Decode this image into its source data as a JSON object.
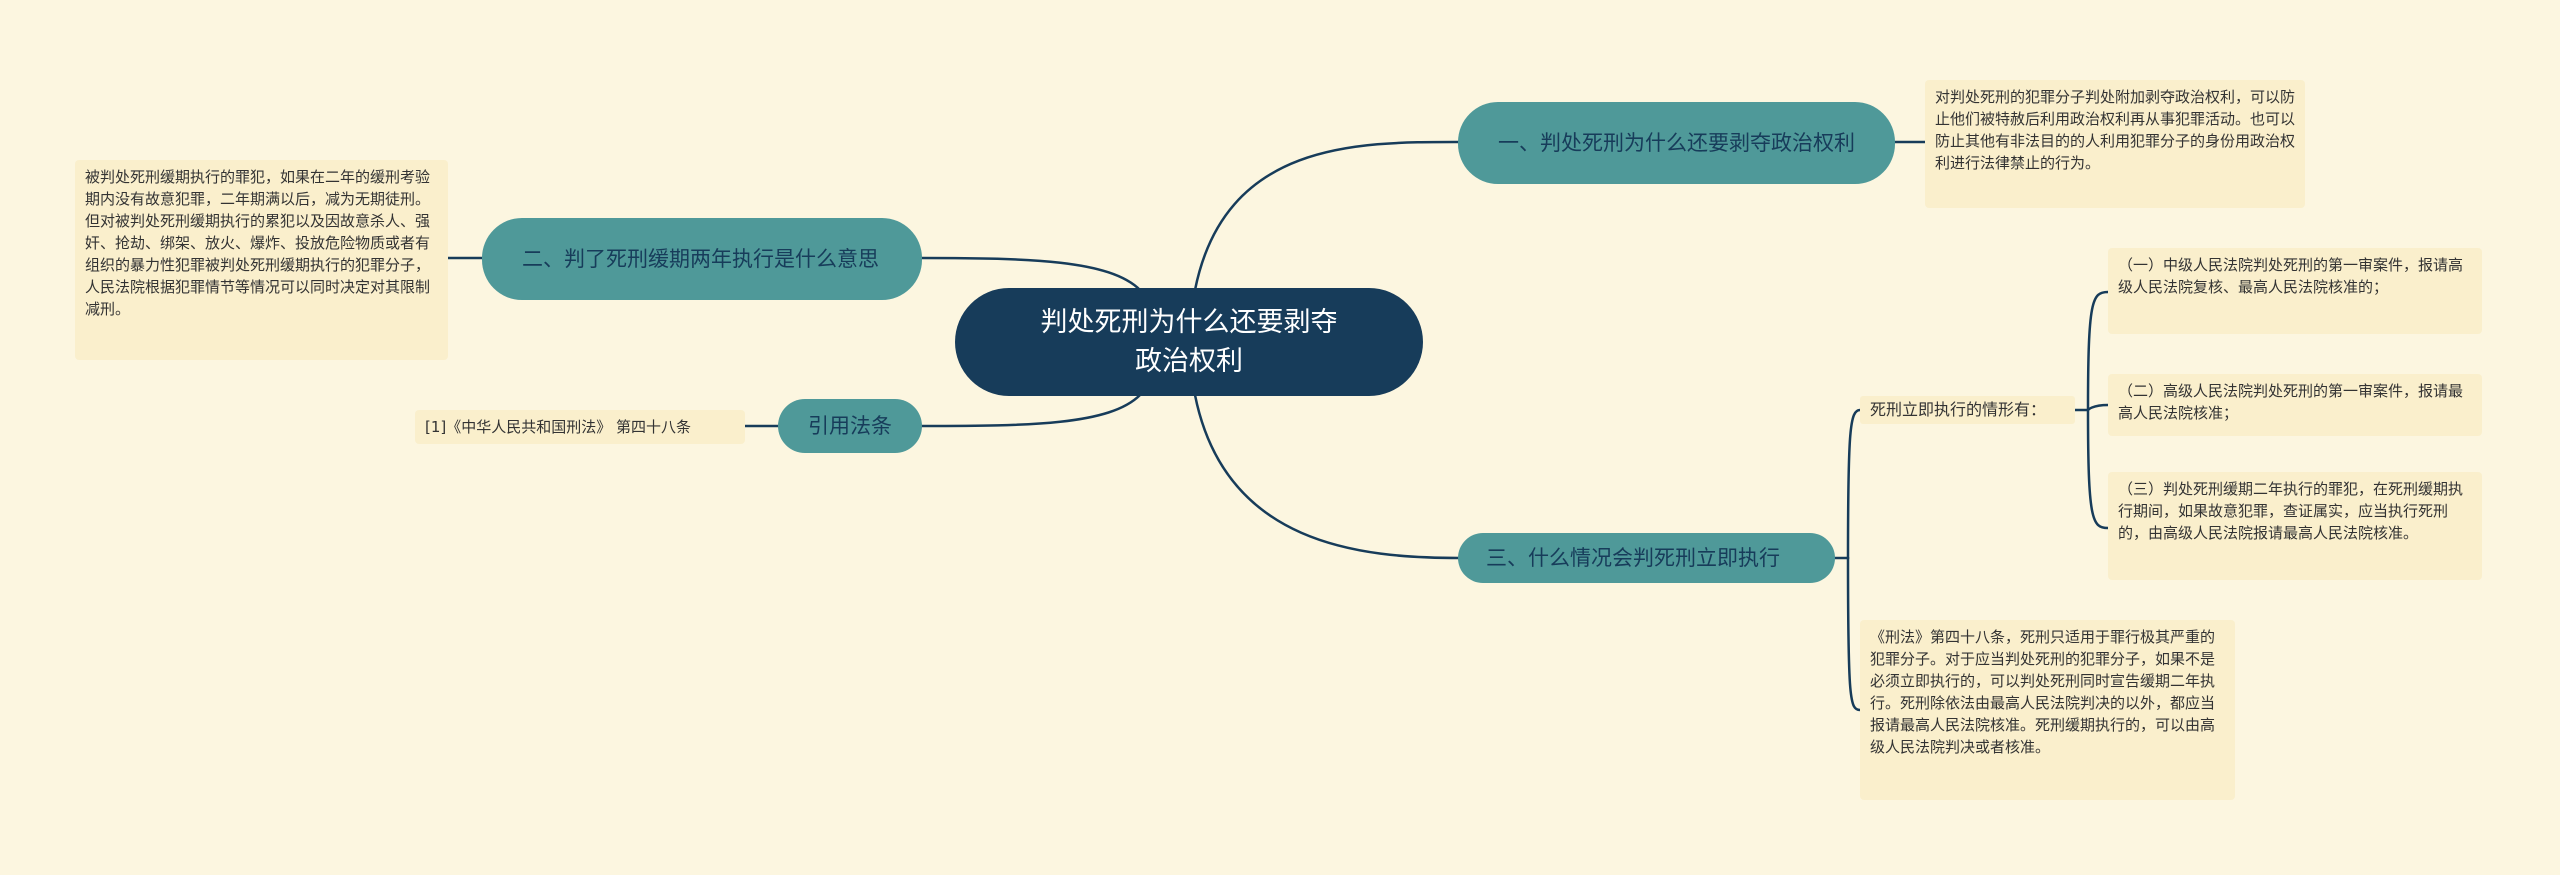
{
  "root": {
    "title": "判处死刑为什么还要剥夺\n政治权利"
  },
  "branches": {
    "one": {
      "label": "一、判处死刑为什么还要剥夺政治权利",
      "detail": "对判处死刑的犯罪分子判处附加剥夺政治权利，可以防止他们被特赦后利用政治权利再从事犯罪活动。也可以防止其他有非法目的的人利用犯罪分子的身份用政治权利进行法律禁止的行为。"
    },
    "two": {
      "label": "二、判了死刑缓期两年执行是什么意思",
      "detail": "被判处死刑缓期执行的罪犯，如果在二年的缓刑考验期内没有故意犯罪，二年期满以后，减为无期徒刑。但对被判处死刑缓期执行的累犯以及因故意杀人、强奸、抢劫、绑架、放火、爆炸、投放危险物质或者有组织的暴力性犯罪被判处死刑缓期执行的犯罪分子，人民法院根据犯罪情节等情况可以同时决定对其限制减刑。"
    },
    "law": {
      "label": "引用法条",
      "detail": "[1]《中华人民共和国刑法》 第四十八条"
    },
    "three": {
      "label": "三、什么情况会判死刑立即执行",
      "sub_label": "死刑立即执行的情形有：",
      "cases": [
        "（一）中级人民法院判处死刑的第一审案件，报请高级人民法院复核、最高人民法院核准的；",
        "（二）高级人民法院判处死刑的第一审案件，报请最高人民法院核准；",
        "（三）判处死刑缓期二年执行的罪犯，在死刑缓期执行期间，如果故意犯罪，查证属实，应当执行死刑的，由高级人民法院报请最高人民法院核准。"
      ],
      "detail": "《刑法》第四十八条，死刑只适用于罪行极其严重的犯罪分子。对于应当判处死刑的犯罪分子，如果不是必须立即执行的，可以判处死刑同时宣告缓期二年执行。死刑除依法由最高人民法院判决的以外，都应当报请最高人民法院核准。死刑缓期执行的，可以由高级人民法院判决或者核准。"
    }
  },
  "colors": {
    "background": "#fcf6e0",
    "root_fill": "#173c5a",
    "branch_fill": "#4f9999",
    "leaf_fill": "#faefcc",
    "line": "#173c5a"
  }
}
